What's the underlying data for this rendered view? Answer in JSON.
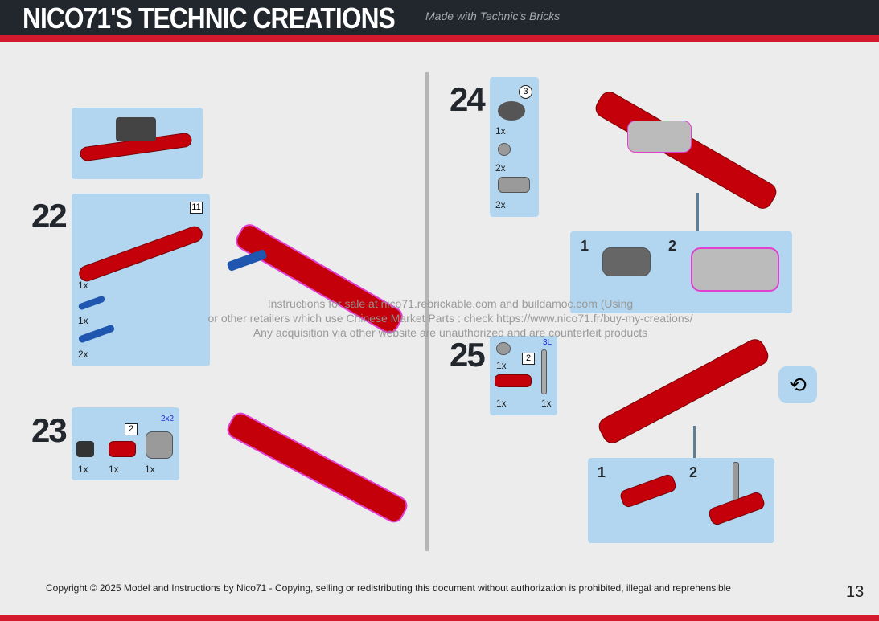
{
  "header": {
    "title": "NICO71'S TECHNIC CREATIONS",
    "subtitle": "Made with Technic's Bricks"
  },
  "watermark": [
    "Instructions for sale at nico71.rebrickable.com and buildamoc.com (Using",
    "or other retailers which use Chinese Market Parts : check https://www.nico71.fr/buy-my-creations/",
    "Any acquisition via other website are unauthorized and are counterfeit products"
  ],
  "steps": {
    "s22": {
      "number": "22",
      "beam_length": "11",
      "qty": [
        "1x",
        "1x",
        "2x"
      ]
    },
    "s23": {
      "number": "23",
      "badge": "2",
      "size": "2x2",
      "qty": [
        "1x",
        "1x",
        "1x"
      ]
    },
    "s24": {
      "number": "24",
      "count": "3",
      "qty": [
        "1x",
        "2x",
        "2x"
      ],
      "sub": [
        "1",
        "2"
      ]
    },
    "s25": {
      "number": "25",
      "badge": "2",
      "axle": "3L",
      "qty": [
        "1x",
        "1x",
        "1x"
      ],
      "sub": [
        "1",
        "2"
      ]
    }
  },
  "footer": {
    "copyright": "Copyright © 2025 Model and Instructions by Nico71 - Copying, selling or redistributing this document without authorization is prohibited, illegal and reprehensible",
    "page": "13"
  }
}
